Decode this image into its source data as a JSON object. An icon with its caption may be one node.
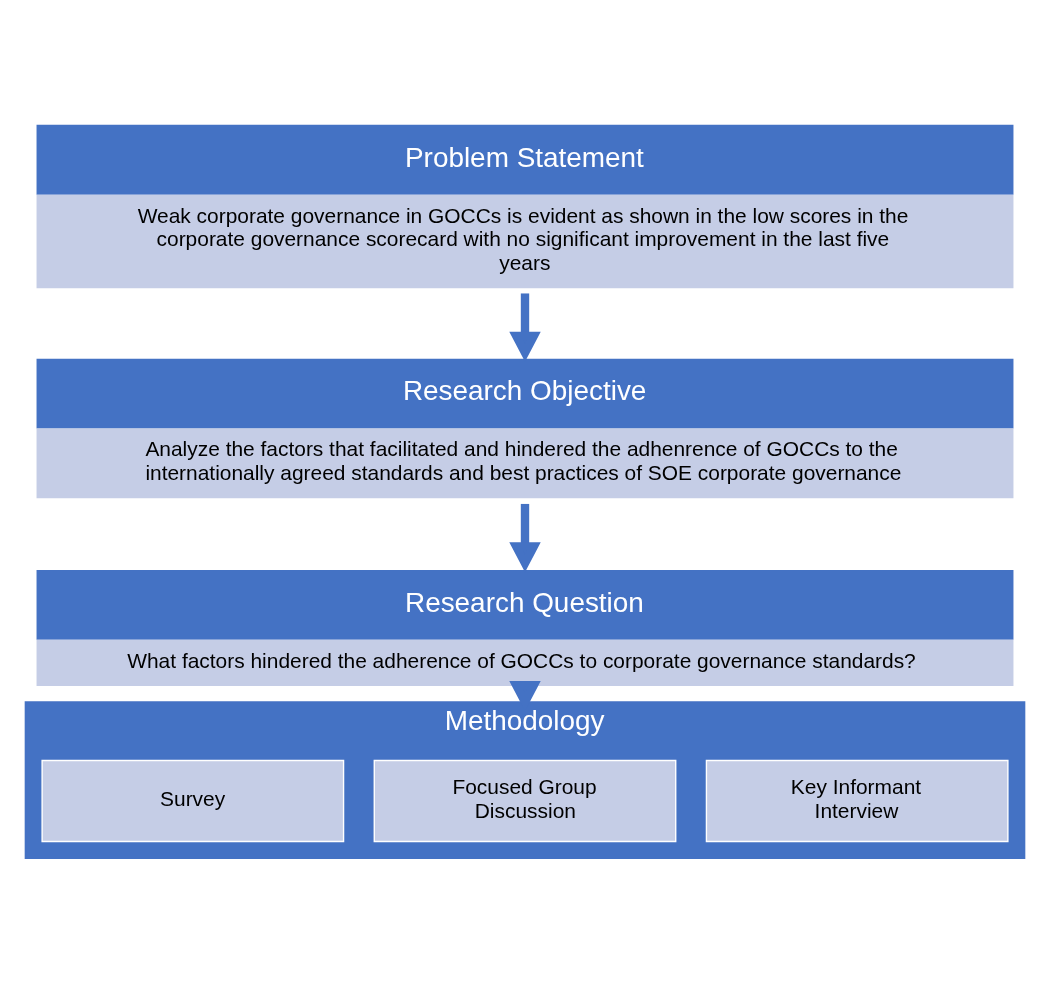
{
  "diagram": {
    "nodes": [
      {
        "text": [
          "Problem Statement",
          "Weak corporate governance in GOCCs is evident as shown in the low scores in the corporate governance scorecard with no significant improvement in the last five years"
        ]
      },
      {
        "text": [
          "Research Objective",
          "Analyze the factors that facilitated and hindered the adhenrence of GOCCs to the internationally agreed standards and best practices of SOE corporate governance"
        ]
      },
      {
        "text": [
          "Research Question",
          "What factors hindered the adherence of GOCCs to corporate governance standards?"
        ]
      },
      {
        "text": [
          "Methodology"
        ]
      },
      {
        "text": [
          "Key Informant Interview"
        ],
        "in": 3
      },
      {
        "text": [
          "Focused Group Discussion"
        ],
        "in": 3
      },
      {
        "text": [
          "Survey"
        ],
        "in": 3
      }
    ],
    "edges": [
      {
        "from": 0,
        "to": 1,
        "arrow": "to"
      },
      {
        "from": 1,
        "to": 2,
        "arrow": "to"
      },
      {
        "from": 2,
        "to": 3,
        "arrow": "to"
      }
    ]
  }
}
